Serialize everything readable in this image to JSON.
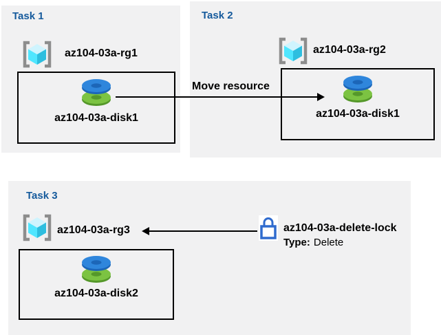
{
  "colors": {
    "panel_bg": "#f1f1f2",
    "title_blue": "#155a9c",
    "arrow_black": "#000000",
    "lock_blue": "#2f6bce",
    "disk_blue": "#2f86dc",
    "disk_blue_dark": "#1c66b8",
    "disk_green": "#7cc342",
    "disk_green_dark": "#55982a",
    "cube_top": "#cff4fe",
    "cube_left": "#50e6ff",
    "cube_right": "#2ebedf",
    "bracket_gray": "#8d8d8d"
  },
  "task1": {
    "title": "Task 1",
    "resource_group": "az104-03a-rg1",
    "disk": "az104-03a-disk1"
  },
  "task2": {
    "title": "Task 2",
    "resource_group": "az104-03a-rg2",
    "disk": "az104-03a-disk1",
    "arrow_label": "Move resource"
  },
  "task3": {
    "title": "Task 3",
    "resource_group": "az104-03a-rg3",
    "disk": "az104-03a-disk2",
    "lock": {
      "name": "az104-03a-delete-lock",
      "type_key": "Type:",
      "type_value": "Delete"
    }
  },
  "icons": {
    "resource_group": "resource-group-icon",
    "disk": "disk-icon",
    "lock": "lock-icon"
  }
}
